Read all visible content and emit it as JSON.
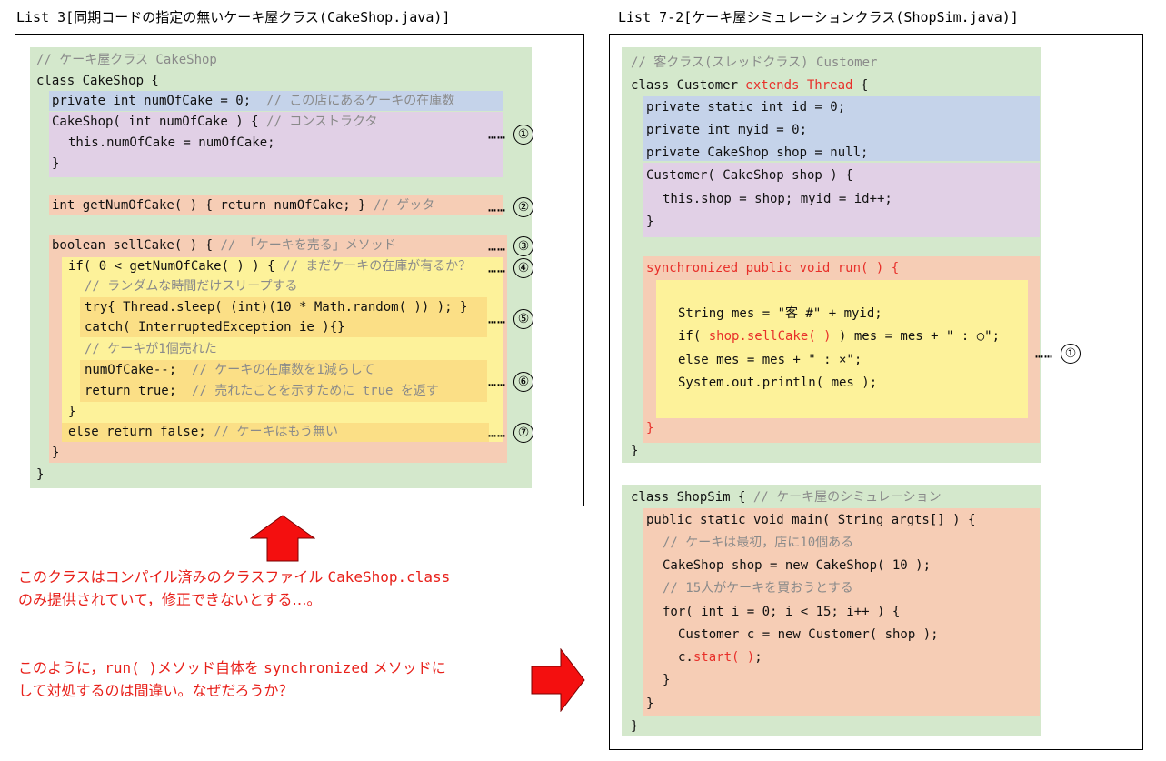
{
  "left": {
    "caption": "List 3[同期コードの指定の無いケーキ屋クラス(CakeShop.java)]",
    "code": {
      "l1": "// ケーキ屋クラス CakeShop",
      "l2": "class CakeShop {",
      "l3a": "private int numOfCake = 0;",
      "l3b": "// この店にあるケーキの在庫数",
      "l4a": "CakeShop( int numOfCake ) {",
      "l4b": "// コンストラクタ",
      "l5": "this.numOfCake = numOfCake;",
      "l6": "}",
      "l7a": "int getNumOfCake( ) { return numOfCake; }",
      "l7b": "// ゲッタ",
      "l8a": "boolean sellCake( ) {",
      "l8b": "// 「ケーキを売る」メソッド",
      "l9a": "if( 0 < getNumOfCake( ) ) {",
      "l9b": "// まだケーキの在庫が有るか？",
      "l10": "// ランダムな時間だけスリープする",
      "l11": "try{ Thread.sleep( (int)(10 * Math.random( )) ); }",
      "l12": "catch( InterruptedException ie ){}",
      "l13": "// ケーキが1個売れた",
      "l14a": "numOfCake--;",
      "l14b": "// ケーキの在庫数を1減らして",
      "l15a": "return true;",
      "l15b": "// 売れたことを示すために true を返す",
      "l16": "}",
      "l17a": "else return false;",
      "l17b": "// ケーキはもう無い",
      "l18": "}",
      "l19": "}"
    },
    "markers": {
      "dots": "……",
      "m1": "①",
      "m2": "②",
      "m3": "③",
      "m4": "④",
      "m5": "⑤",
      "m6": "⑥",
      "m7": "⑦"
    }
  },
  "right": {
    "caption": "List 7-2[ケーキ屋シミュレーションクラス(ShopSim.java)]",
    "customer": {
      "l1": "// 客クラス(スレッドクラス) Customer",
      "l2a": "class Customer ",
      "l2b": "extends Thread",
      "l2c": " {",
      "l3": "private static int id = 0;",
      "l4": "private int myid = 0;",
      "l5": "private CakeShop shop = null;",
      "l6": "Customer( CakeShop shop ) {",
      "l7": "this.shop = shop; myid = id++;",
      "l8": "}",
      "l9a": "synchronized",
      "l9b": " public void run( ) {",
      "l10": "String mes = \"客 #\" + myid;",
      "l11a": "if( ",
      "l11b": "shop.sellCake( )",
      "l11c": " ) mes = mes + \" : ○\";",
      "l12": "else mes = mes + \" : ×\";",
      "l13": "System.out.println( mes );",
      "l14": "}",
      "l15": "}",
      "marker": "①"
    },
    "shopsim": {
      "l1a": "class ShopSim {",
      "l1b": " // ケーキ屋のシミュレーション",
      "l2": "public static void main( String argts[] ) {",
      "l3": "// ケーキは最初，店に10個ある",
      "l4": "CakeShop shop = new CakeShop( 10 );",
      "l5": "// 15人がケーキを買おうとする",
      "l6": "for( int i = 0; i < 15; i++ ) {",
      "l7": "Customer c = new Customer( shop );",
      "l8a": "c.",
      "l8b": "start( )",
      "l8c": ";",
      "l9": "}",
      "l10": "}",
      "l11": "}"
    }
  },
  "notes": {
    "n1a": "このクラスはコンパイル済みのクラスファイル ",
    "n1b": "CakeShop.class",
    "n1c": "のみ提供されていて，修正できないとする…。",
    "n2a": "このように，",
    "n2b": "run( )",
    "n2c": "メソッド自体を ",
    "n2d": "synchronized",
    "n2e": " メソッドに",
    "n2f": "して対処するのは間違い。なぜだろうか？"
  },
  "colors": {
    "green": "#d4e8cc",
    "blue": "#c5d3ea",
    "purple": "#e1d0e6",
    "orange": "#f6cdb5",
    "yellow": "#fdf29a",
    "gold": "#fbdf86",
    "red": "#e8201a",
    "comment": "#8a8a8a"
  },
  "icons": {
    "up_arrow": "red-up-arrow-icon",
    "right_arrow": "red-right-arrow-icon"
  }
}
